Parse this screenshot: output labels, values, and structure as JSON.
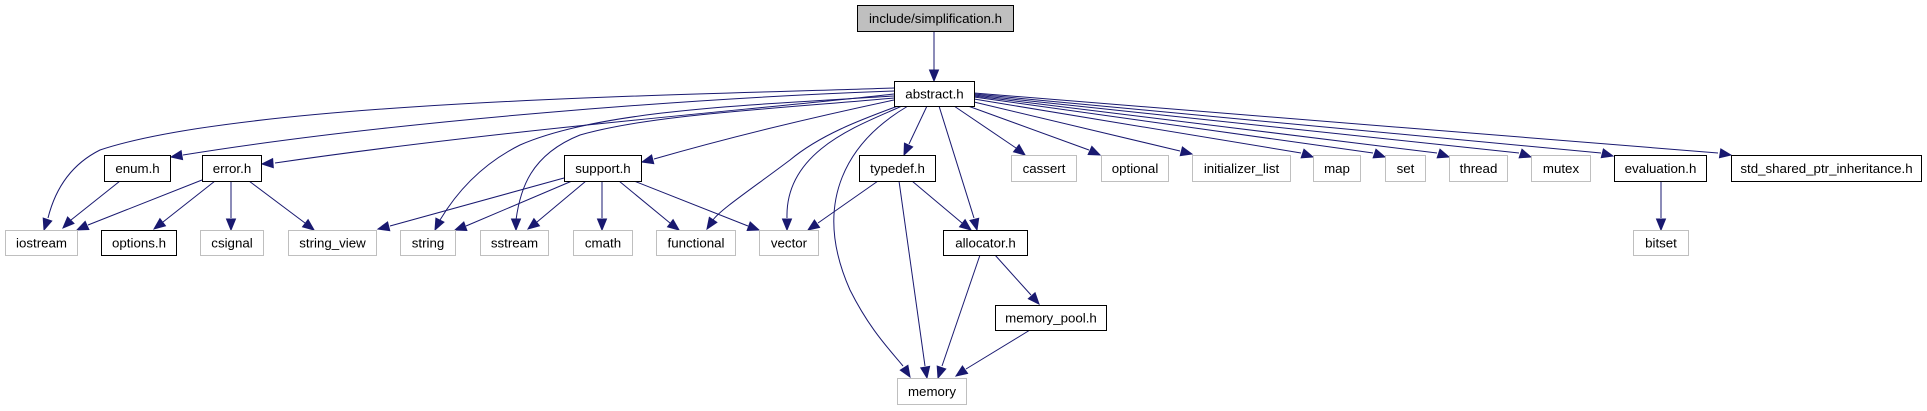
{
  "title": "include/simplification.h include dependency graph",
  "colors": {
    "edge": "#191970",
    "root_fill": "#bfbfbf",
    "local_border": "#000000",
    "system_border": "#bfbfbf"
  },
  "nodes": [
    {
      "id": "simplification",
      "label": "include/simplification.h",
      "kind": "root"
    },
    {
      "id": "abstract",
      "label": "abstract.h",
      "kind": "local"
    },
    {
      "id": "enum",
      "label": "enum.h",
      "kind": "local"
    },
    {
      "id": "error",
      "label": "error.h",
      "kind": "local"
    },
    {
      "id": "support",
      "label": "support.h",
      "kind": "local"
    },
    {
      "id": "typedef",
      "label": "typedef.h",
      "kind": "local"
    },
    {
      "id": "cassert",
      "label": "cassert",
      "kind": "system"
    },
    {
      "id": "optional",
      "label": "optional",
      "kind": "system"
    },
    {
      "id": "initializer_list",
      "label": "initializer_list",
      "kind": "system"
    },
    {
      "id": "map",
      "label": "map",
      "kind": "system"
    },
    {
      "id": "set",
      "label": "set",
      "kind": "system"
    },
    {
      "id": "thread",
      "label": "thread",
      "kind": "system"
    },
    {
      "id": "mutex",
      "label": "mutex",
      "kind": "system"
    },
    {
      "id": "evaluation",
      "label": "evaluation.h",
      "kind": "local"
    },
    {
      "id": "std_shared",
      "label": "std_shared_ptr_inheritance.h",
      "kind": "local"
    },
    {
      "id": "iostream",
      "label": "iostream",
      "kind": "system"
    },
    {
      "id": "options",
      "label": "options.h",
      "kind": "local"
    },
    {
      "id": "csignal",
      "label": "csignal",
      "kind": "system"
    },
    {
      "id": "string_view",
      "label": "string_view",
      "kind": "system"
    },
    {
      "id": "string",
      "label": "string",
      "kind": "system"
    },
    {
      "id": "sstream",
      "label": "sstream",
      "kind": "system"
    },
    {
      "id": "cmath",
      "label": "cmath",
      "kind": "system"
    },
    {
      "id": "functional",
      "label": "functional",
      "kind": "system"
    },
    {
      "id": "vector",
      "label": "vector",
      "kind": "system"
    },
    {
      "id": "allocator",
      "label": "allocator.h",
      "kind": "local"
    },
    {
      "id": "bitset",
      "label": "bitset",
      "kind": "system"
    },
    {
      "id": "memory_pool",
      "label": "memory_pool.h",
      "kind": "local"
    },
    {
      "id": "memory",
      "label": "memory",
      "kind": "system"
    }
  ],
  "edges": [
    {
      "from": "simplification",
      "to": "abstract"
    },
    {
      "from": "abstract",
      "to": "iostream"
    },
    {
      "from": "abstract",
      "to": "enum"
    },
    {
      "from": "abstract",
      "to": "error"
    },
    {
      "from": "abstract",
      "to": "string"
    },
    {
      "from": "abstract",
      "to": "sstream"
    },
    {
      "from": "abstract",
      "to": "support"
    },
    {
      "from": "abstract",
      "to": "functional"
    },
    {
      "from": "abstract",
      "to": "vector"
    },
    {
      "from": "abstract",
      "to": "memory"
    },
    {
      "from": "abstract",
      "to": "typedef"
    },
    {
      "from": "abstract",
      "to": "allocator"
    },
    {
      "from": "abstract",
      "to": "cassert"
    },
    {
      "from": "abstract",
      "to": "optional"
    },
    {
      "from": "abstract",
      "to": "initializer_list"
    },
    {
      "from": "abstract",
      "to": "map"
    },
    {
      "from": "abstract",
      "to": "set"
    },
    {
      "from": "abstract",
      "to": "thread"
    },
    {
      "from": "abstract",
      "to": "mutex"
    },
    {
      "from": "abstract",
      "to": "evaluation"
    },
    {
      "from": "abstract",
      "to": "std_shared"
    },
    {
      "from": "enum",
      "to": "iostream"
    },
    {
      "from": "error",
      "to": "iostream"
    },
    {
      "from": "error",
      "to": "options"
    },
    {
      "from": "error",
      "to": "csignal"
    },
    {
      "from": "error",
      "to": "string_view"
    },
    {
      "from": "support",
      "to": "string_view"
    },
    {
      "from": "support",
      "to": "string"
    },
    {
      "from": "support",
      "to": "sstream"
    },
    {
      "from": "support",
      "to": "cmath"
    },
    {
      "from": "support",
      "to": "functional"
    },
    {
      "from": "support",
      "to": "vector"
    },
    {
      "from": "typedef",
      "to": "vector"
    },
    {
      "from": "typedef",
      "to": "memory"
    },
    {
      "from": "typedef",
      "to": "allocator"
    },
    {
      "from": "allocator",
      "to": "memory"
    },
    {
      "from": "allocator",
      "to": "memory_pool"
    },
    {
      "from": "memory_pool",
      "to": "memory"
    },
    {
      "from": "evaluation",
      "to": "bitset"
    }
  ]
}
